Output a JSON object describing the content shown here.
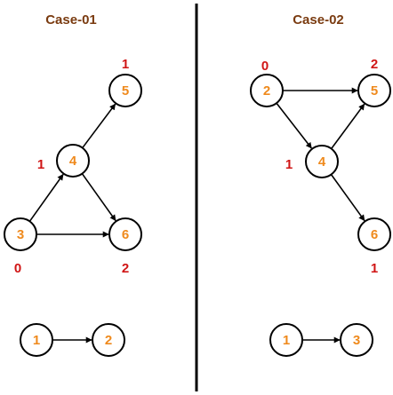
{
  "colors": {
    "title": "#7a3b10",
    "node_label": "#ef8a1d",
    "annotation": "#d01515",
    "stroke": "#000000"
  },
  "cases": [
    {
      "title": "Case-01",
      "nodes": [
        {
          "id": "3",
          "label": "3",
          "annotation": "0"
        },
        {
          "id": "4",
          "label": "4",
          "annotation": "1"
        },
        {
          "id": "5",
          "label": "5",
          "annotation": "1"
        },
        {
          "id": "6",
          "label": "6",
          "annotation": "2"
        },
        {
          "id": "1",
          "label": "1",
          "annotation": ""
        },
        {
          "id": "2",
          "label": "2",
          "annotation": ""
        }
      ],
      "edges": [
        {
          "from": "3",
          "to": "4"
        },
        {
          "from": "4",
          "to": "5"
        },
        {
          "from": "4",
          "to": "6"
        },
        {
          "from": "3",
          "to": "6"
        },
        {
          "from": "1",
          "to": "2"
        }
      ]
    },
    {
      "title": "Case-02",
      "nodes": [
        {
          "id": "2",
          "label": "2",
          "annotation": "0"
        },
        {
          "id": "5",
          "label": "5",
          "annotation": "2"
        },
        {
          "id": "4",
          "label": "4",
          "annotation": "1"
        },
        {
          "id": "6",
          "label": "6",
          "annotation": "1"
        },
        {
          "id": "1",
          "label": "1",
          "annotation": ""
        },
        {
          "id": "3",
          "label": "3",
          "annotation": ""
        }
      ],
      "edges": [
        {
          "from": "2",
          "to": "5"
        },
        {
          "from": "2",
          "to": "4"
        },
        {
          "from": "4",
          "to": "5"
        },
        {
          "from": "4",
          "to": "6"
        },
        {
          "from": "1",
          "to": "3"
        }
      ]
    }
  ]
}
